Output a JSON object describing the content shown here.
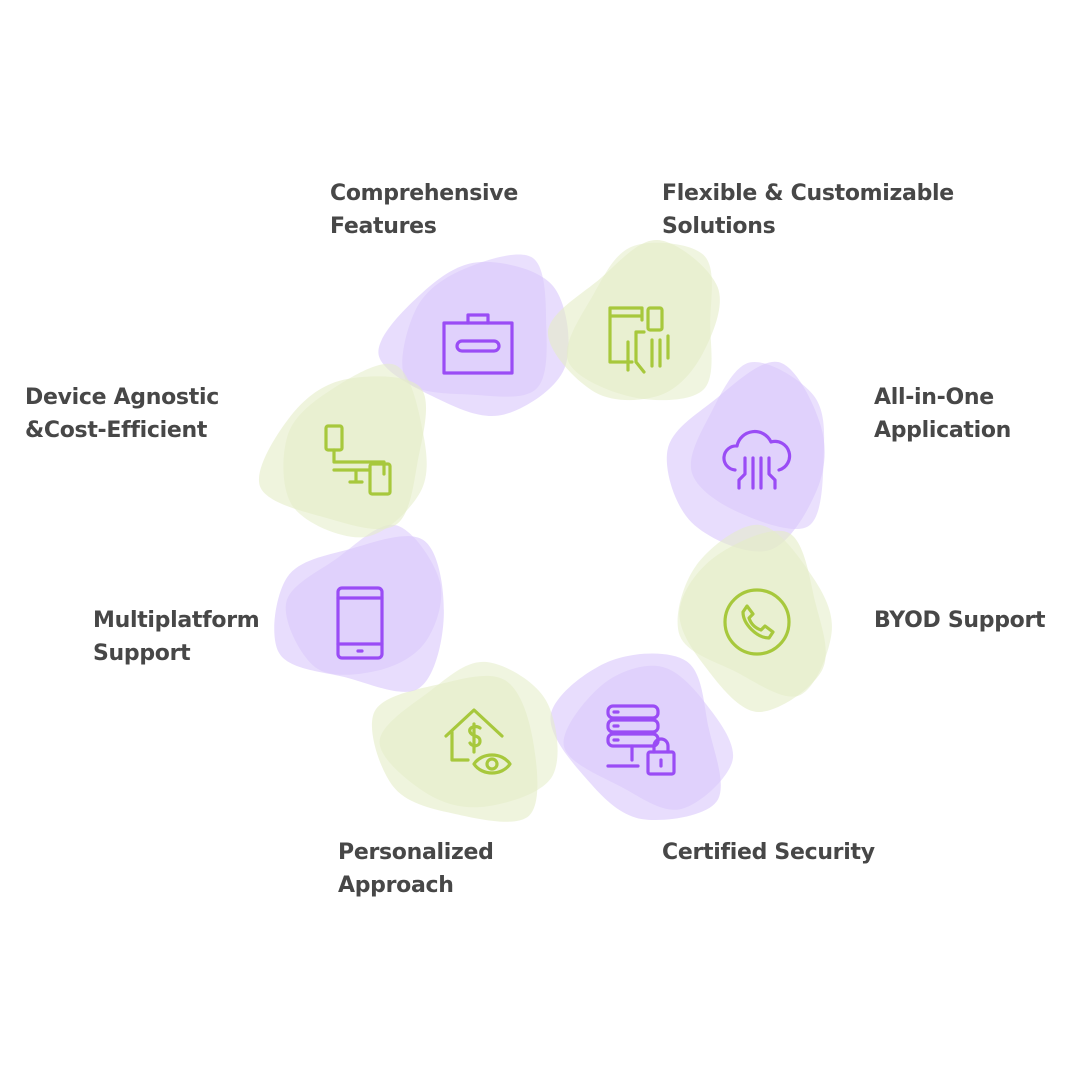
{
  "colors": {
    "purple_icon": "#9a4cf5",
    "purple_blob": "#d9c6fb",
    "green_icon": "#a7c83c",
    "green_blob": "#e4edc6",
    "text": "#474747"
  },
  "nodes": [
    {
      "label": "Comprehensive\nFeatures",
      "icon": "toolbox-wrench-icon",
      "theme": "purple"
    },
    {
      "label": "Flexible & Customizable\nSolutions",
      "icon": "devices-touch-icon",
      "theme": "green"
    },
    {
      "label": "All-in-One\nApplication",
      "icon": "cloud-circuit-icon",
      "theme": "purple"
    },
    {
      "label": "BYOD Support",
      "icon": "phone-call-icon",
      "theme": "green"
    },
    {
      "label": "Certified Security",
      "icon": "server-lock-icon",
      "theme": "purple"
    },
    {
      "label": "Personalized\nApproach",
      "icon": "house-dollar-eye-icon",
      "theme": "green"
    },
    {
      "label": "Multiplatform\nSupport",
      "icon": "tablet-icon",
      "theme": "purple"
    },
    {
      "label": "Device Agnostic\n&Cost-Efficient",
      "icon": "multi-device-icon",
      "theme": "green"
    }
  ]
}
